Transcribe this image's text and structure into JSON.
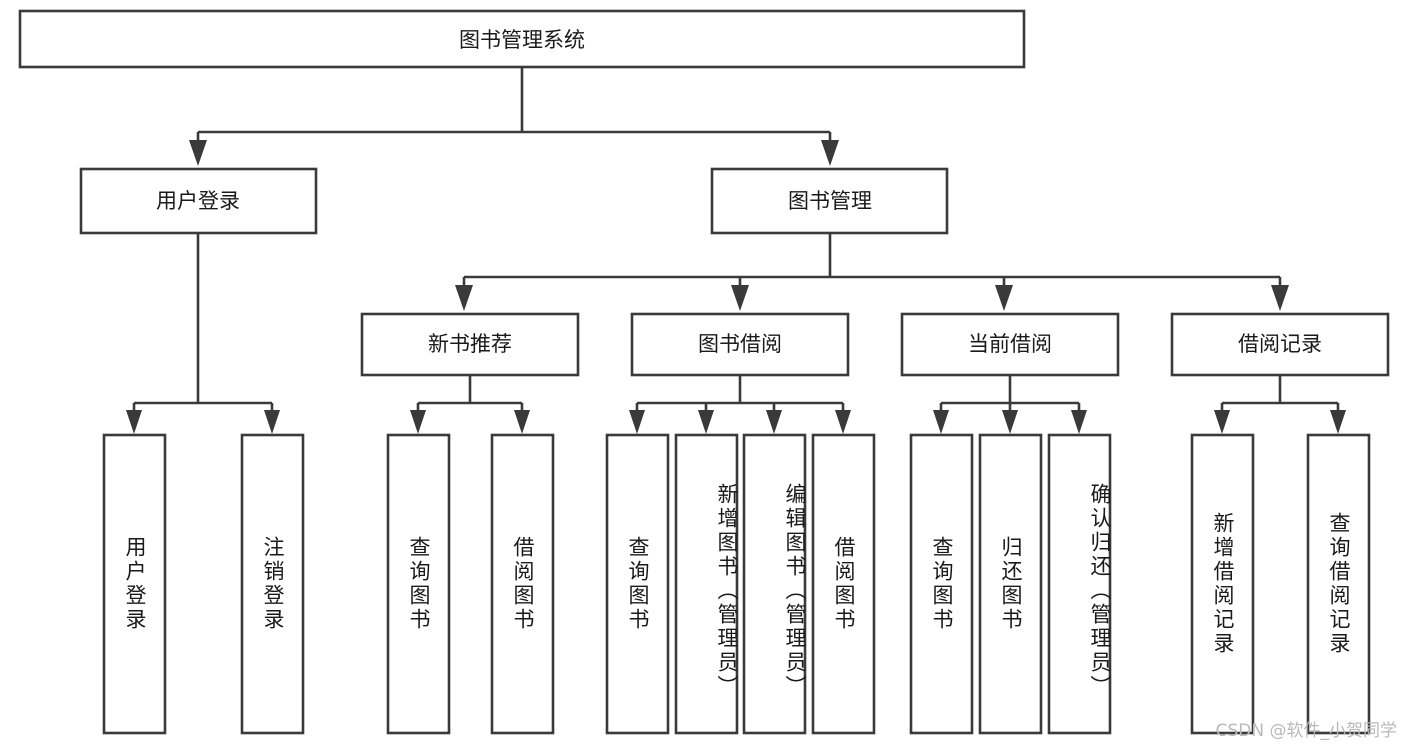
{
  "diagram": {
    "title": "图书管理系统",
    "type": "tree-hierarchy-chart",
    "watermark": "CSDN @软件_小贺同学",
    "colors": {
      "box_stroke": "#3a3a3a",
      "box_fill": "#ffffff",
      "text": "#1a1a1a",
      "background": "#ffffff",
      "watermark": "#b9b9b9"
    },
    "root": {
      "label": "图书管理系统"
    },
    "level2": [
      {
        "label": "用户登录"
      },
      {
        "label": "图书管理"
      }
    ],
    "level3": [
      {
        "label": "新书推荐"
      },
      {
        "label": "图书借阅"
      },
      {
        "label": "当前借阅"
      },
      {
        "label": "借阅记录"
      }
    ],
    "leaves": {
      "user_login": [
        {
          "label": "用户登录"
        },
        {
          "label": "注销登录"
        }
      ],
      "new_book_recommend": [
        {
          "label": "查询图书"
        },
        {
          "label": "借阅图书"
        }
      ],
      "book_borrow": [
        {
          "label": "查询图书"
        },
        {
          "label": "新增图书（管理员）"
        },
        {
          "label": "编辑图书（管理员）"
        },
        {
          "label": "借阅图书"
        }
      ],
      "current_borrow": [
        {
          "label": "查询图书"
        },
        {
          "label": "归还图书"
        },
        {
          "label": "确认归还（管理员）"
        }
      ],
      "borrow_record": [
        {
          "label": "新增借阅记录"
        },
        {
          "label": "查询借阅记录"
        }
      ]
    }
  }
}
